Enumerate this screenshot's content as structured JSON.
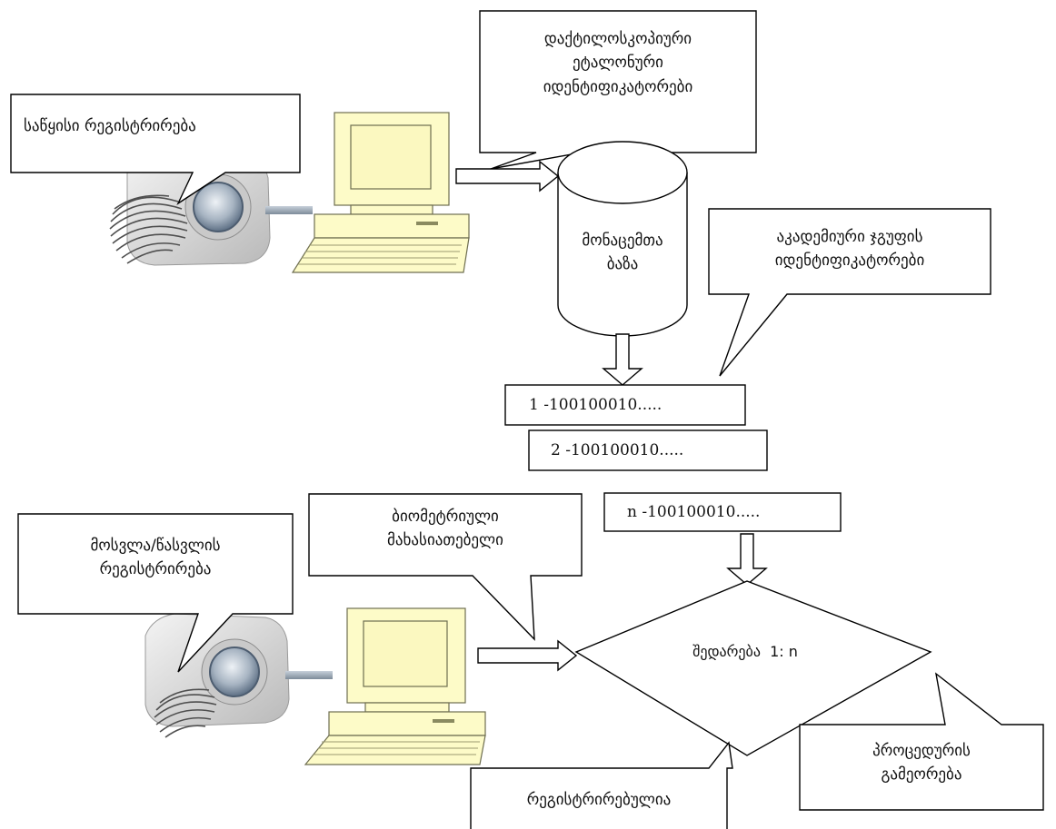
{
  "callouts": {
    "initial_registration": "საწყისი რეგისტრირება",
    "dactyloscopic_ids": [
      "დაქტილოსკოპიური",
      "ეტალონური",
      "იდენტიფიკატორები"
    ],
    "academic_group_ids": [
      "აკადემიური ჯგუფის",
      "იდენტიფიკატორები"
    ],
    "attendance_registration": [
      "მოსვლა/წასვლის",
      "რეგისტრირება"
    ],
    "biometric_feature": [
      "ბიომეტრიული",
      "მახასიათებელი"
    ],
    "registered": "რეგისტრირებულია",
    "repeat_procedure": [
      "პროცედურის",
      "გამეორება"
    ]
  },
  "database": {
    "label": [
      "მონაცემთა",
      "ბაზა"
    ]
  },
  "records": [
    "1 -100100010.....",
    "2 -100100010.....",
    "n -100100010....."
  ],
  "decision": {
    "label": "შედარება  1: n"
  },
  "colors": {
    "stroke": "#000000",
    "monitor": "#fdfbc8",
    "monitor_edge": "#7a7a4a",
    "scanner": "#d8d8d8",
    "lens": "#6b7f96",
    "finger": "#555555"
  },
  "icons": [
    "fingerprint-scanner-icon",
    "computer-icon"
  ]
}
